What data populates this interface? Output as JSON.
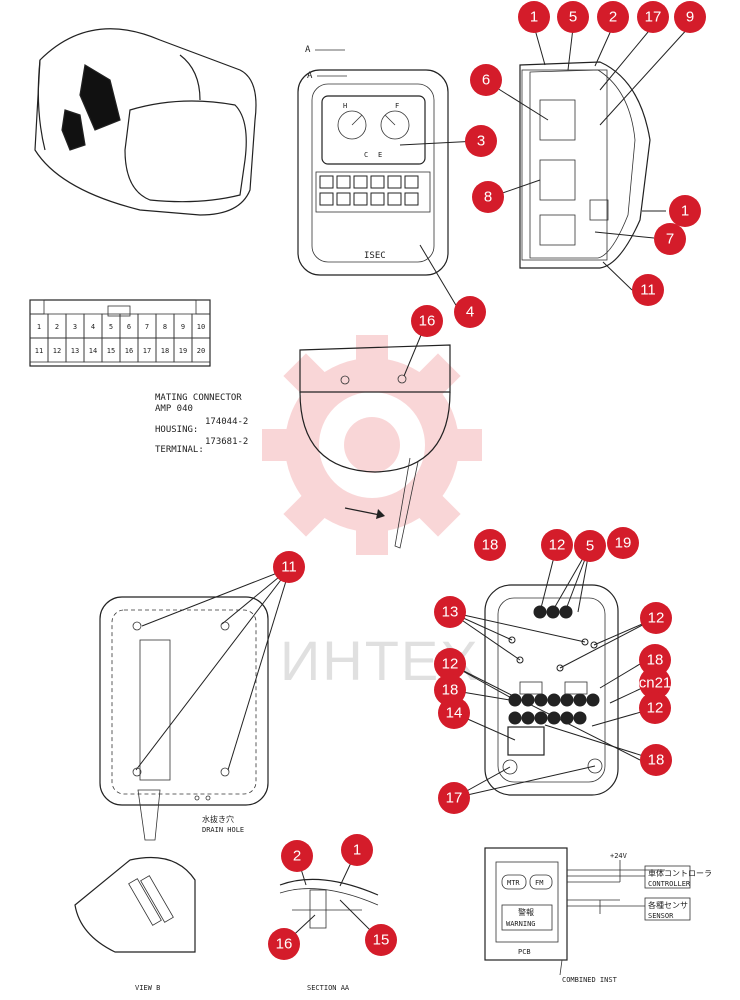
{
  "watermark": {
    "text": "ИНТЕХ",
    "color": "#e8484e"
  },
  "colors": {
    "callout": "#d41c2a",
    "line": "#222222"
  },
  "connector_pins": [
    "1",
    "2",
    "3",
    "4",
    "5",
    "6",
    "7",
    "8",
    "9",
    "10",
    "11",
    "12",
    "13",
    "14",
    "15",
    "16",
    "17",
    "18",
    "19",
    "20"
  ],
  "mating_connector": {
    "title": "MATING CONNECTOR",
    "model": "AMP 040",
    "part1": "174044-2",
    "housing_label": "HOUSING:",
    "part2": "173681-2",
    "terminal_label": "TERMINAL:"
  },
  "section_marks": {
    "a1": "A",
    "a2": "A"
  },
  "panel_brand": "ISEC",
  "gauge_letters": {
    "h": "H",
    "c": "C",
    "f": "F",
    "e": "E"
  },
  "drain_hole": {
    "jp": "水抜き穴",
    "en": "DRAIN HOLE"
  },
  "view_label": "VIEW B",
  "section_label": "SECTION AA",
  "pcb_diagram": {
    "voltage": "+24V",
    "controller_jp": "車体コントローラ",
    "controller_en": "CONTROLLER",
    "sensor_jp": "各種センサ",
    "sensor_en": "SENSOR",
    "btn1": "MTR",
    "btn2": "FM",
    "warning_jp": "警報",
    "warning_en": "WARNING",
    "pcb": "PCB",
    "title": "COMBINED INST"
  },
  "callouts": [
    "1",
    "5",
    "2",
    "17",
    "9",
    "6",
    "3",
    "8",
    "1",
    "7",
    "11",
    "4",
    "16",
    "11",
    "18",
    "12",
    "5",
    "19",
    "13",
    "12",
    "12",
    "18",
    "18",
    "cn21",
    "14",
    "12",
    "18",
    "17",
    "2",
    "1",
    "16",
    "15"
  ]
}
